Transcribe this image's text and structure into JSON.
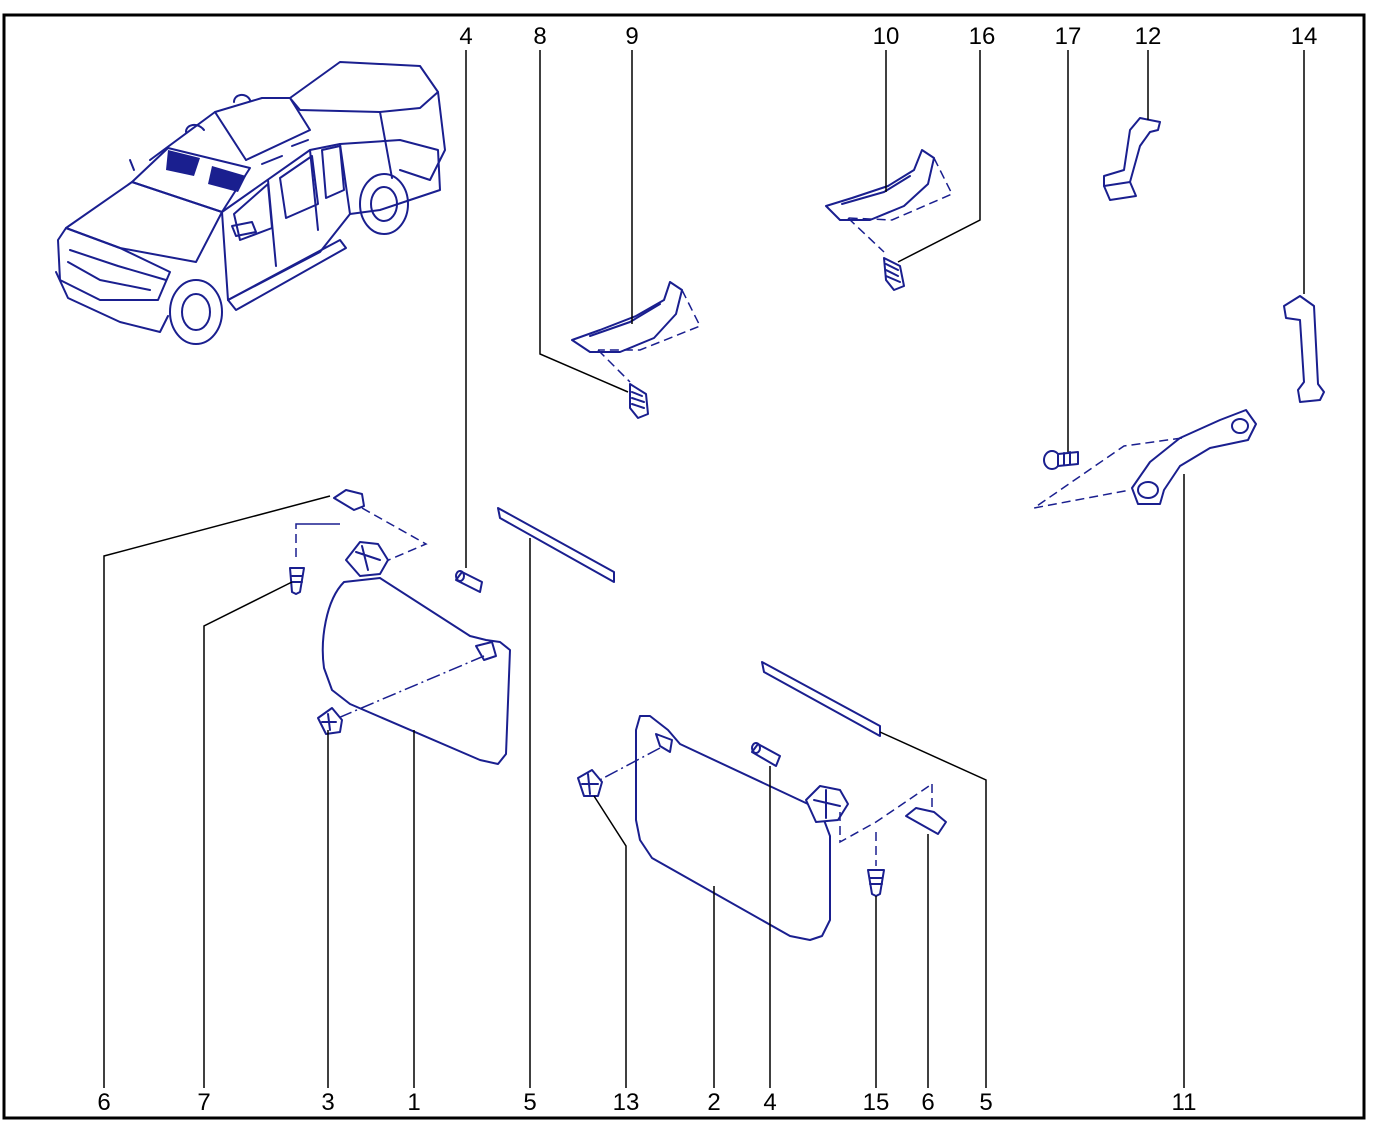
{
  "colors": {
    "parts": "#1a1f8f",
    "leaders": "#000000",
    "background": "#ffffff"
  },
  "callouts": {
    "top": [
      "4",
      "8",
      "9",
      "10",
      "16",
      "17",
      "12",
      "14"
    ],
    "bottom": [
      "6",
      "7",
      "3",
      "1",
      "5",
      "13",
      "2",
      "4",
      "15",
      "6",
      "5",
      "11"
    ]
  },
  "parts": [
    {
      "ref": "1",
      "shape": "sun-visor-left"
    },
    {
      "ref": "2",
      "shape": "sun-visor-right"
    },
    {
      "ref": "3",
      "shape": "visor-clip"
    },
    {
      "ref": "4",
      "shape": "pin"
    },
    {
      "ref": "5",
      "shape": "trim-strip"
    },
    {
      "ref": "6",
      "shape": "cover-cap"
    },
    {
      "ref": "7",
      "shape": "screw"
    },
    {
      "ref": "8",
      "shape": "bolt"
    },
    {
      "ref": "9",
      "shape": "assist-grip"
    },
    {
      "ref": "10",
      "shape": "assist-grip"
    },
    {
      "ref": "11",
      "shape": "assist-grip"
    },
    {
      "ref": "12",
      "shape": "grip-handle"
    },
    {
      "ref": "13",
      "shape": "visor-clip"
    },
    {
      "ref": "14",
      "shape": "grip-handle"
    },
    {
      "ref": "15",
      "shape": "screw"
    },
    {
      "ref": "16",
      "shape": "bolt"
    },
    {
      "ref": "17",
      "shape": "bolt"
    }
  ]
}
